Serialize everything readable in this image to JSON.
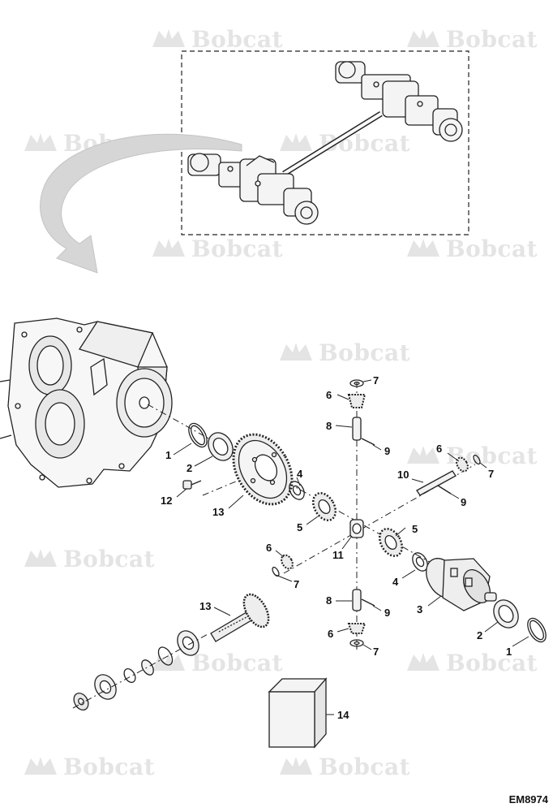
{
  "watermark": {
    "text": "Bobcat"
  },
  "callouts": {
    "c1a": "1",
    "c2a": "2",
    "c12": "12",
    "c13a": "13",
    "c4a": "4",
    "c5a": "5",
    "c7a": "7",
    "c6a": "6",
    "c8a": "8",
    "c9a": "9",
    "c6b": "6",
    "c7b": "7",
    "c10": "10",
    "c9b": "9",
    "c5b": "5",
    "c11": "11",
    "c6c": "6",
    "c7c": "7",
    "c4b": "4",
    "c3": "3",
    "c2b": "2",
    "c1b": "1",
    "c13b": "13",
    "c8b": "8",
    "c9c": "9",
    "c6d": "6",
    "c7d": "7",
    "c14": "14"
  },
  "drawing_code": "EM8974"
}
